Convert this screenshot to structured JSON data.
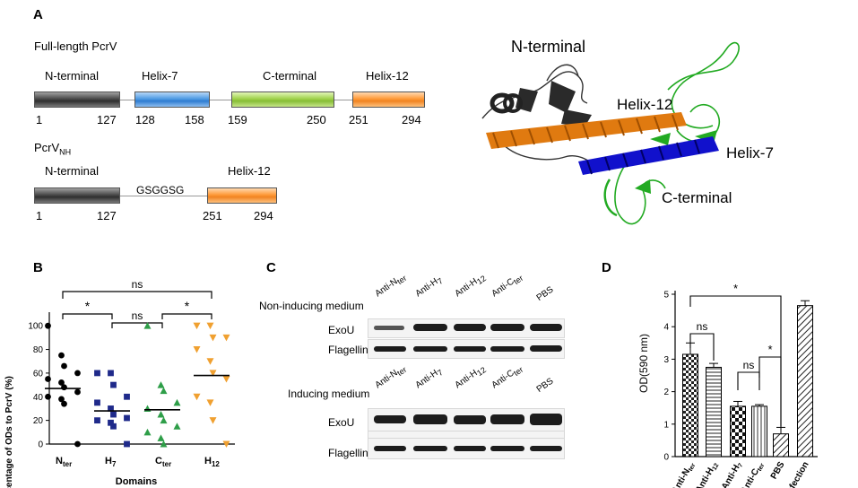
{
  "panelA": {
    "letter": "A",
    "full_title": "Full-length PcrV",
    "domains_full": [
      {
        "name": "N-terminal",
        "start": "1",
        "end": "127"
      },
      {
        "name": "Helix-7",
        "start": "128",
        "end": "158"
      },
      {
        "name": "C-terminal",
        "start": "159",
        "end": "250"
      },
      {
        "name": "Helix-12",
        "start": "251",
        "end": "294"
      }
    ],
    "nh_title": "PcrV",
    "nh_title_sub": "NH",
    "domains_nh": [
      {
        "name": "N-terminal",
        "start": "1",
        "end": "127"
      },
      {
        "name": "Helix-12",
        "start": "251",
        "end": "294"
      }
    ],
    "linker": "GSGGSG",
    "structure_labels": [
      "N-terminal",
      "Helix-12",
      "Helix-7",
      "C-terminal"
    ],
    "colors": {
      "gray": "#333333",
      "blue": "#1111cc",
      "green": "#22aa22",
      "orange": "#e07a10"
    }
  },
  "panelB": {
    "letter": "B",
    "ylabel": "Percentage of ODs to PcrV (%)",
    "xlabel": "Domains",
    "yticks": [
      "0",
      "20",
      "40",
      "60",
      "80",
      "100"
    ],
    "groups": [
      {
        "label": "N",
        "sub": "ter",
        "color": "#000000",
        "marker": "circle"
      },
      {
        "label": "H",
        "sub": "7",
        "color": "#1f2a8a",
        "marker": "square"
      },
      {
        "label": "C",
        "sub": "ter",
        "color": "#2e9e48",
        "marker": "triangle-up"
      },
      {
        "label": "H",
        "sub": "12",
        "color": "#f0a030",
        "marker": "triangle-down"
      }
    ],
    "sig_labels": [
      "ns",
      "*",
      "ns",
      "*"
    ]
  },
  "panelC": {
    "letter": "C",
    "block1_label": "Non-inducing medium",
    "block2_label": "Inducing medium",
    "lanes": [
      {
        "main": "Anti-N",
        "sub": "ter"
      },
      {
        "main": "Anti-H",
        "sub": "7"
      },
      {
        "main": "Anti-H",
        "sub": "12"
      },
      {
        "main": "Anti-C",
        "sub": "ter"
      },
      {
        "main": "PBS",
        "sub": ""
      }
    ],
    "rows": [
      "ExoU",
      "Flagellin"
    ]
  },
  "panelD": {
    "letter": "D",
    "ylabel": "OD(590 nm)",
    "yticks": [
      "0",
      "1",
      "2",
      "3",
      "4",
      "5"
    ],
    "xlabels": [
      {
        "main": "Anti-N",
        "sub": "ter"
      },
      {
        "main": "Anti-H",
        "sub": "12"
      },
      {
        "main": "Anti-H",
        "sub": "7"
      },
      {
        "main": "Anti-C",
        "sub": "ter"
      },
      {
        "main": "PBS",
        "sub": ""
      },
      {
        "main": "No infection",
        "sub": ""
      }
    ],
    "sig_labels": [
      "ns",
      "*",
      "ns",
      "*"
    ]
  },
  "chart_data": [
    {
      "type": "scatter",
      "panel": "B",
      "categories": [
        "Nter",
        "H7",
        "Cter",
        "H12"
      ],
      "ylabel": "Percentage of ODs to PcrV (%)",
      "xlabel": "Domains",
      "ylim": [
        0,
        110
      ],
      "series": [
        {
          "name": "Nter",
          "values": [
            100,
            75,
            66,
            60,
            55,
            52,
            48,
            44,
            40,
            38,
            34,
            0
          ],
          "mean": 47
        },
        {
          "name": "H7",
          "values": [
            60,
            60,
            50,
            40,
            35,
            30,
            25,
            22,
            20,
            18,
            15,
            0
          ],
          "mean": 28
        },
        {
          "name": "Cter",
          "values": [
            100,
            50,
            45,
            35,
            30,
            25,
            20,
            15,
            10,
            5,
            0
          ],
          "mean": 29
        },
        {
          "name": "H12",
          "values": [
            100,
            100,
            90,
            90,
            80,
            70,
            60,
            55,
            40,
            35,
            20,
            0
          ],
          "mean": 58
        }
      ],
      "grid": false
    },
    {
      "type": "bar",
      "panel": "D",
      "categories": [
        "Anti-Nter",
        "Anti-H12",
        "Anti-H7",
        "Anti-Cter",
        "PBS",
        "No infection"
      ],
      "values": [
        3.15,
        2.75,
        1.55,
        1.55,
        0.7,
        4.65
      ],
      "errors": [
        0.35,
        0.12,
        0.15,
        0.05,
        0.2,
        0.15
      ],
      "ylabel": "OD(590 nm)",
      "ylim": [
        0,
        5
      ],
      "grid": false
    }
  ]
}
